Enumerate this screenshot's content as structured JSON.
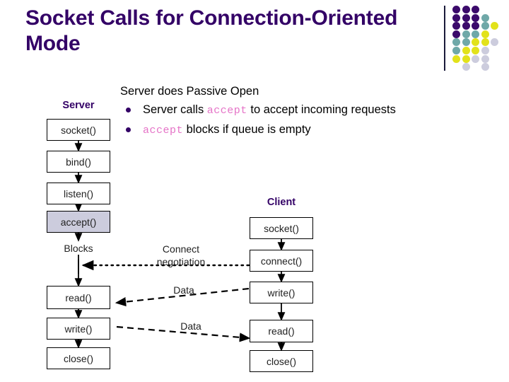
{
  "slide": {
    "title": "Socket Calls for Connection-Oriented Mode",
    "background": "#ffffff"
  },
  "colors": {
    "title": "#330066",
    "bullet": "#330066",
    "keyword_pink": "#e573c7",
    "box_border": "#000000",
    "box_fill": "#ffffff",
    "highlight_fill": "#ccccdd",
    "deco_purple": "#3b0a6b",
    "deco_teal": "#6fa8a8",
    "deco_yellow": "#e2e21a",
    "deco_lavender": "#ccccdd",
    "rule": "#1a1a3a"
  },
  "body": {
    "lead": "Server does Passive Open",
    "bullets": [
      {
        "parts": [
          {
            "text": "Server calls ",
            "style": "normal"
          },
          {
            "text": "accept",
            "style": "code"
          },
          {
            "text": " to accept incoming requests",
            "style": "normal"
          }
        ]
      },
      {
        "parts": [
          {
            "text": "accept",
            "style": "code"
          },
          {
            "text": " blocks if queue is empty",
            "style": "normal"
          }
        ]
      }
    ]
  },
  "diagram": {
    "server": {
      "heading": "Server",
      "steps": [
        {
          "label": "socket()",
          "highlight": false
        },
        {
          "label": "bind()",
          "highlight": false
        },
        {
          "label": "listen()",
          "highlight": false
        },
        {
          "label": "accept()",
          "highlight": true
        },
        {
          "label": "Blocks",
          "highlight": false,
          "boxless": true
        },
        {
          "label": "read()",
          "highlight": false
        },
        {
          "label": "write()",
          "highlight": false
        },
        {
          "label": "close()",
          "highlight": false
        }
      ]
    },
    "client": {
      "heading": "Client",
      "steps": [
        {
          "label": "socket()",
          "highlight": false
        },
        {
          "label": "connect()",
          "highlight": false
        },
        {
          "label": "write()",
          "highlight": false
        },
        {
          "label": "read()",
          "highlight": false
        },
        {
          "label": "close()",
          "highlight": false
        }
      ]
    },
    "links": [
      {
        "name": "connect-negotiation",
        "line1": "Connect",
        "line2": "negotiation",
        "style": "dotted",
        "direction": "client-to-server"
      },
      {
        "name": "data-down",
        "line1": "Data",
        "line2": "",
        "style": "dashed",
        "direction": "client-to-server"
      },
      {
        "name": "data-up",
        "line1": "Data",
        "line2": "",
        "style": "dashed",
        "direction": "server-to-client"
      }
    ]
  },
  "decoration": {
    "name": "dot-grid",
    "rows": [
      [
        "purple",
        "purple",
        "purple",
        "none",
        "none"
      ],
      [
        "purple",
        "purple",
        "purple",
        "teal",
        "none"
      ],
      [
        "purple",
        "purple",
        "purple",
        "teal",
        "yellow"
      ],
      [
        "purple",
        "teal",
        "teal",
        "yellow",
        "none"
      ],
      [
        "teal",
        "teal",
        "yellow",
        "yellow",
        "lavender"
      ],
      [
        "teal",
        "yellow",
        "yellow",
        "lavender",
        "none"
      ],
      [
        "yellow",
        "yellow",
        "lavender",
        "lavender",
        "none"
      ],
      [
        "none",
        "lavender",
        "none",
        "lavender",
        "none"
      ]
    ]
  }
}
